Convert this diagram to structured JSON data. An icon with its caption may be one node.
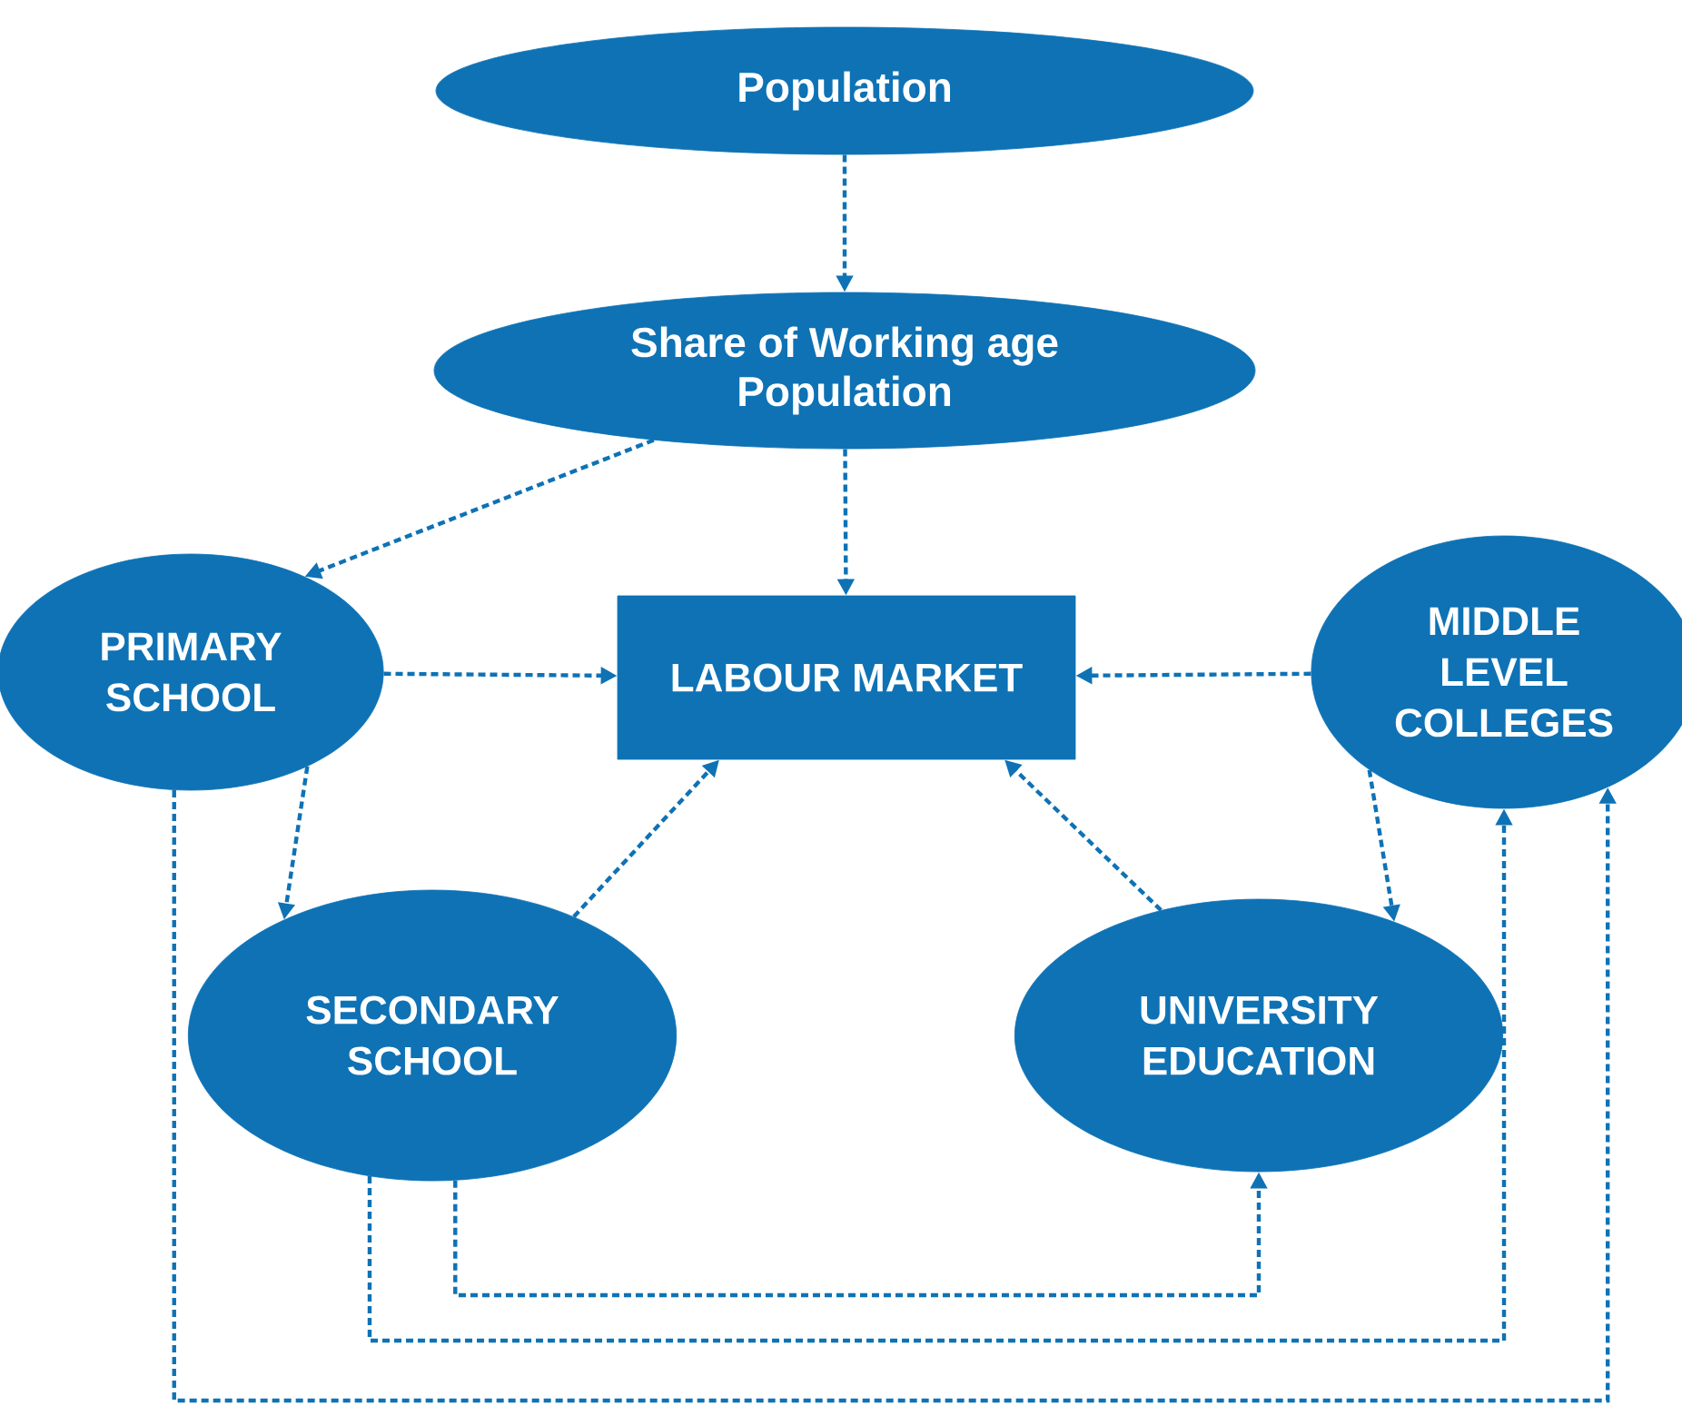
{
  "diagram": {
    "nodes": [
      {
        "text": [
          "Population"
        ]
      },
      {
        "text": [
          "Share of Working age Population"
        ]
      },
      {
        "text": [
          "PRIMARY SCHOOL"
        ]
      },
      {
        "text": [
          "LABOUR MARKET"
        ]
      },
      {
        "text": [
          "MIDDLE LEVEL COLLEGES"
        ]
      },
      {
        "text": [
          "SECONDARY SCHOOL"
        ]
      },
      {
        "text": [
          "UNIVERSITY EDUCATION"
        ]
      }
    ],
    "edges": [
      {
        "from": 0,
        "to": 1,
        "arrow": "to"
      },
      {
        "from": 1,
        "to": 2,
        "arrow": "to"
      },
      {
        "from": 1,
        "to": 3,
        "arrow": "to"
      },
      {
        "from": 2,
        "to": 3,
        "arrow": "to"
      },
      {
        "from": 4,
        "to": 3,
        "arrow": "to"
      },
      {
        "from": 2,
        "to": 5,
        "arrow": "to"
      },
      {
        "from": 5,
        "to": 3,
        "arrow": "to"
      },
      {
        "from": 6,
        "to": 3,
        "arrow": "to"
      },
      {
        "from": 4,
        "to": 6,
        "arrow": "to"
      },
      {
        "from": 5,
        "to": 6,
        "arrow": "to"
      },
      {
        "from": 5,
        "to": 4,
        "arrow": "to"
      },
      {
        "from": 2,
        "to": 4,
        "arrow": "to"
      }
    ]
  }
}
